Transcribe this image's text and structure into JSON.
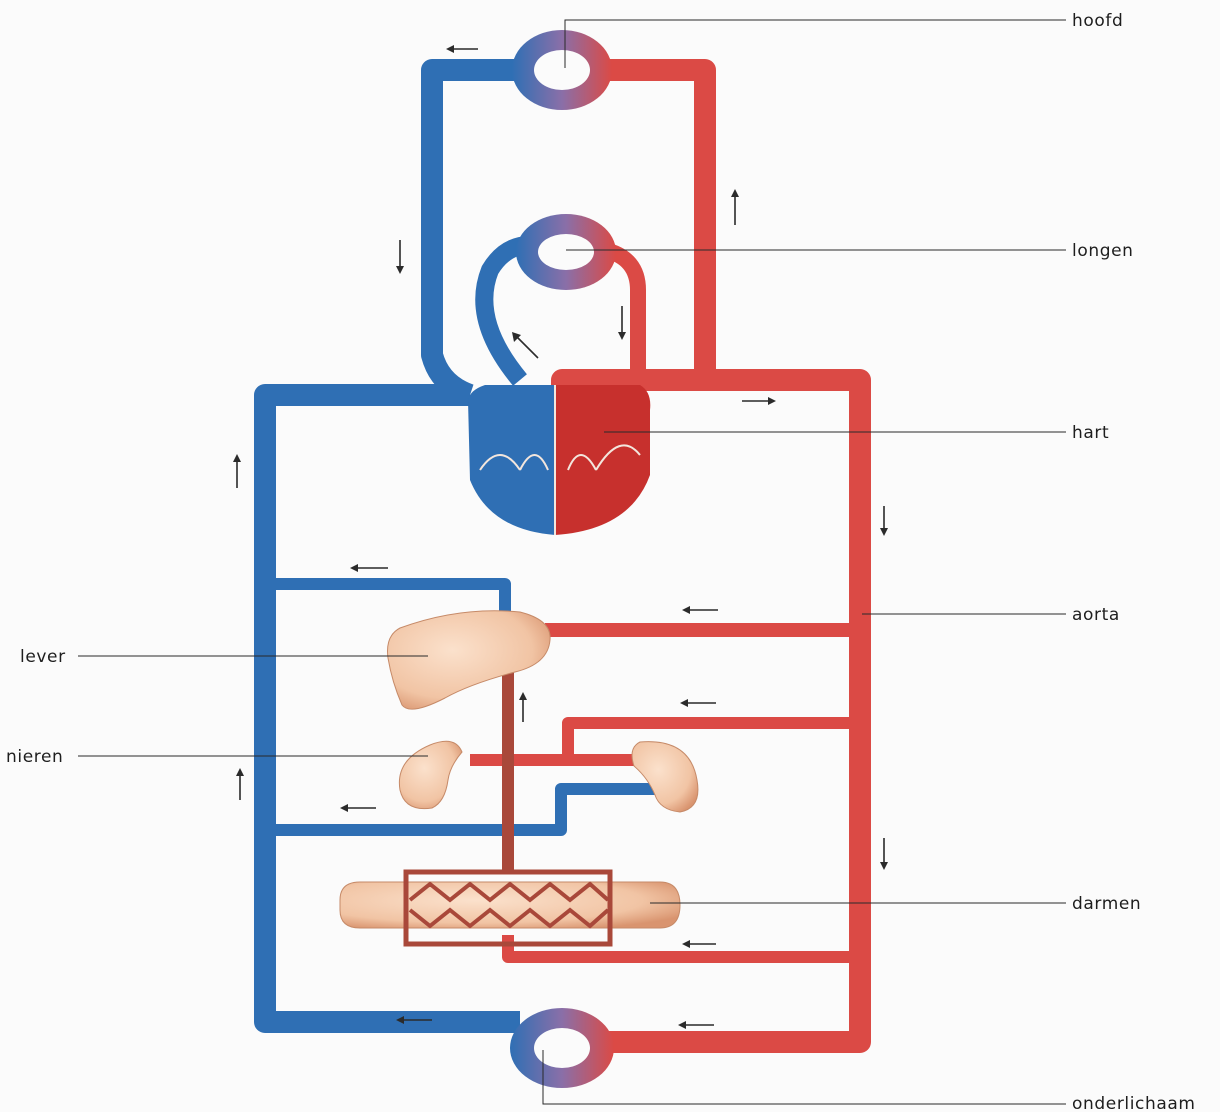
{
  "labels": {
    "hoofd": "hoofd",
    "longen": "longen",
    "hart": "hart",
    "aorta": "aorta",
    "lever": "lever",
    "nieren": "nieren",
    "darmen": "darmen",
    "onderlichaam": "onderlichaam"
  },
  "colors": {
    "oxygenated": "#db4a45",
    "deoxygenated": "#2f6fb4",
    "portal": "#a9483a",
    "organ": "#f1c4a4",
    "background": "#fbfbfb"
  }
}
